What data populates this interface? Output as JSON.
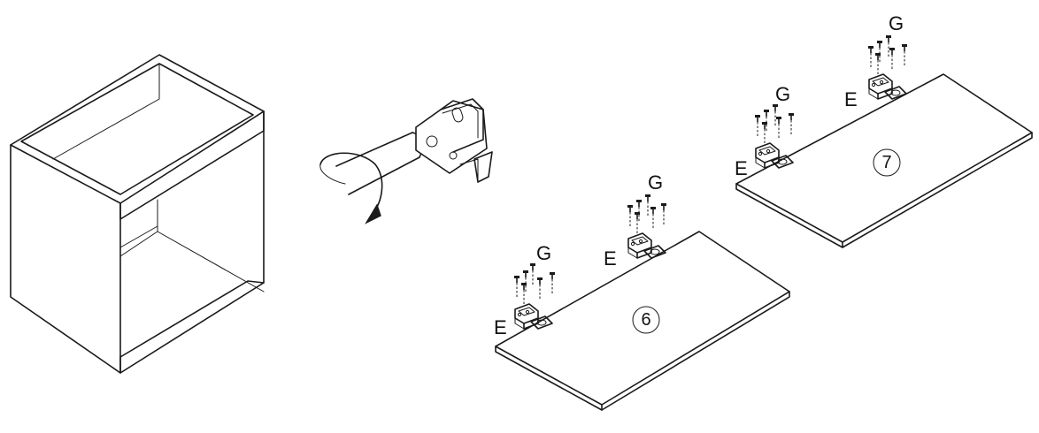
{
  "hardware_labels": {
    "hinge": "E",
    "screw": "G"
  },
  "doors": [
    {
      "number": "6",
      "hinge_label": "E",
      "screw_label": "G"
    },
    {
      "number": "7",
      "hinge_label": "E",
      "screw_label": "G"
    }
  ],
  "icons": {
    "cabinet": "cabinet-carcass-icon",
    "screwdriver": "screwdriver-rotation-icon",
    "hinge": "cup-hinge-icon",
    "screw": "screw-icon"
  },
  "colors": {
    "line": "#1a1a1a",
    "background": "#ffffff"
  }
}
